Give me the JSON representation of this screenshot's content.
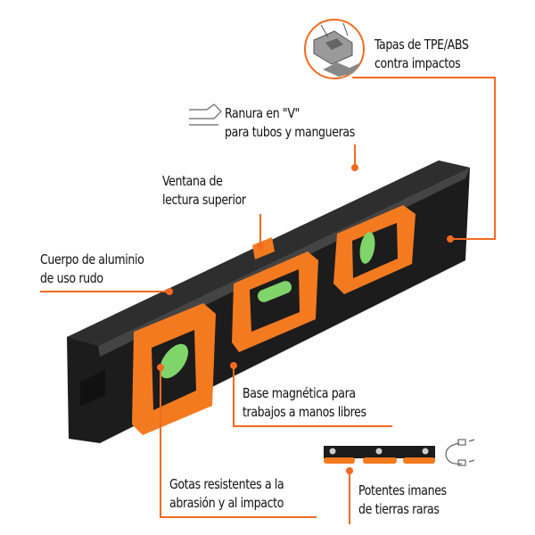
{
  "colors": {
    "accent": "#f26a21",
    "body": "#1c1c1c",
    "insert": "#f47a20",
    "bubble": "#7fd46a"
  },
  "callouts": {
    "caps": {
      "line1": "Tapas de TPE/ABS",
      "line2": "contra impactos",
      "icon": "impact-cap-icon"
    },
    "groove": {
      "line1": "Ranura en \"V\"",
      "line2": "para tubos y mangueras",
      "icon": "v-groove-icon"
    },
    "window": {
      "line1": "Ventana de",
      "line2": "lectura superior"
    },
    "body": {
      "line1": "Cuerpo de aluminio",
      "line2": "de uso rudo"
    },
    "base": {
      "line1": "Base magnética para",
      "line2": "trabajos a manos libres"
    },
    "vials": {
      "line1": "Gotas resistentes a la",
      "line2": "abrasión y al impacto"
    },
    "magnets": {
      "line1": "Potentes imanes",
      "line2": "de tierras raras",
      "icon": "magnet-icon"
    }
  }
}
